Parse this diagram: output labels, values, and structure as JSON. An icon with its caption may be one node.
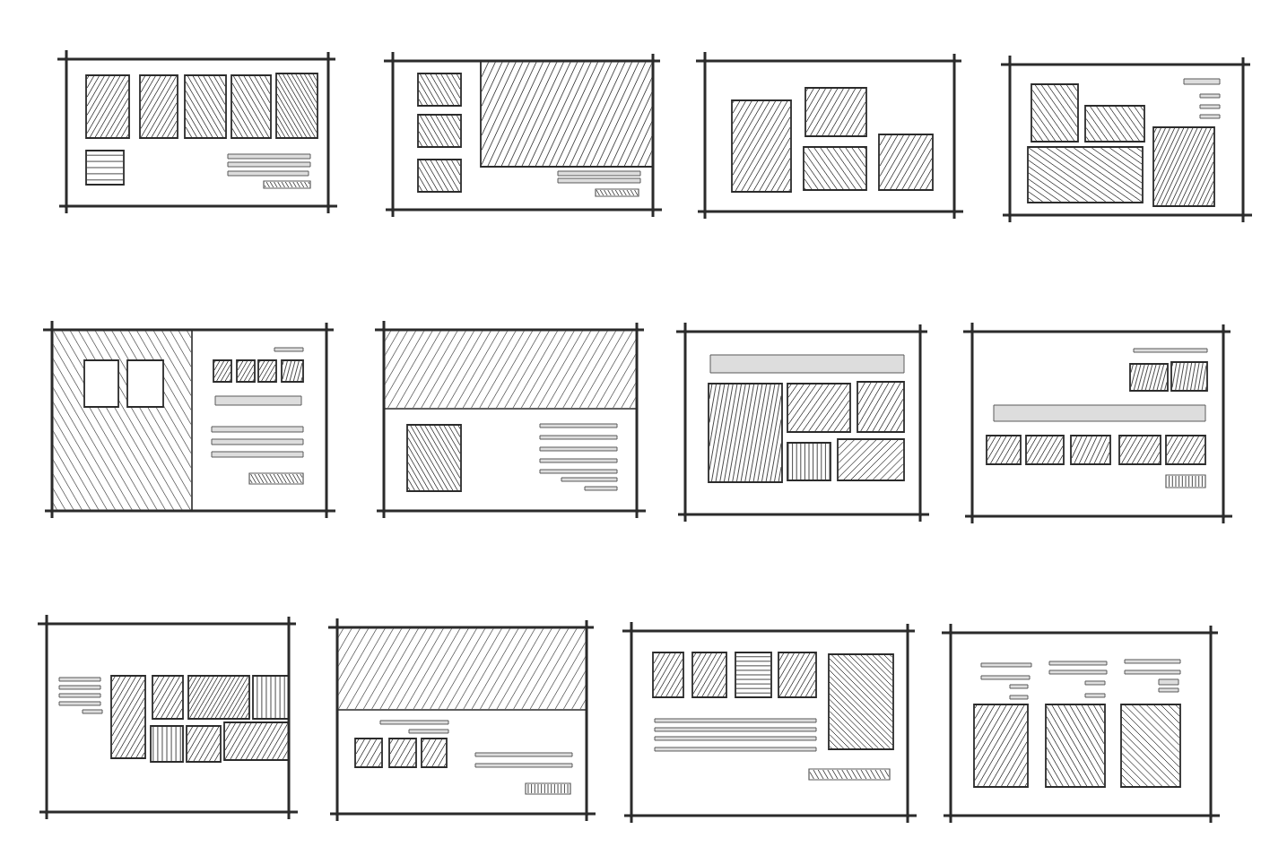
{
  "diagram": {
    "nodes": [
      {
        "text": [],
        "shape": "box"
      },
      {
        "text": [],
        "shape": "box",
        "in": 0
      },
      {
        "text": [],
        "shape": "box",
        "in": 0
      },
      {
        "text": [],
        "shape": "box",
        "in": 0
      },
      {
        "text": [],
        "shape": "box",
        "in": 0
      },
      {
        "text": [],
        "shape": "box",
        "in": 0
      },
      {
        "text": [],
        "shape": "box",
        "in": 0
      },
      {
        "text": [],
        "shape": "bar",
        "in": 0
      },
      {
        "text": [],
        "shape": "bar",
        "in": 0
      },
      {
        "text": [],
        "shape": "bar",
        "in": 0
      },
      {
        "text": [],
        "shape": "bar",
        "in": 0
      },
      {
        "text": [],
        "shape": "box"
      },
      {
        "text": [],
        "shape": "box",
        "in": 11
      },
      {
        "text": [],
        "shape": "box",
        "in": 11
      },
      {
        "text": [],
        "shape": "box",
        "in": 11
      },
      {
        "text": [],
        "shape": "box",
        "in": 11
      },
      {
        "text": [],
        "shape": "bar",
        "in": 11
      },
      {
        "text": [],
        "shape": "bar",
        "in": 11
      },
      {
        "text": [],
        "shape": "bar",
        "in": 11
      },
      {
        "text": [],
        "shape": "box"
      },
      {
        "text": [],
        "shape": "box",
        "in": 19
      },
      {
        "text": [],
        "shape": "box",
        "in": 19
      },
      {
        "text": [],
        "shape": "box",
        "in": 19
      },
      {
        "text": [],
        "shape": "box",
        "in": 19
      },
      {
        "text": [],
        "shape": "box"
      },
      {
        "text": [],
        "shape": "box",
        "in": 24
      },
      {
        "text": [],
        "shape": "box",
        "in": 24
      },
      {
        "text": [],
        "shape": "box",
        "in": 24
      },
      {
        "text": [],
        "shape": "box",
        "in": 24
      },
      {
        "text": [],
        "shape": "bar",
        "in": 24
      },
      {
        "text": [],
        "shape": "bar",
        "in": 24
      },
      {
        "text": [],
        "shape": "bar",
        "in": 24
      },
      {
        "text": [],
        "shape": "bar",
        "in": 24
      },
      {
        "text": [],
        "shape": "box"
      },
      {
        "text": [],
        "shape": "box",
        "in": 33
      },
      {
        "text": [],
        "shape": "box",
        "in": 34
      },
      {
        "text": [],
        "shape": "box",
        "in": 34
      },
      {
        "text": [],
        "shape": "bar",
        "in": 33
      },
      {
        "text": [],
        "shape": "box",
        "in": 33
      },
      {
        "text": [],
        "shape": "box",
        "in": 33
      },
      {
        "text": [],
        "shape": "box",
        "in": 33
      },
      {
        "text": [],
        "shape": "box",
        "in": 33
      },
      {
        "text": [],
        "shape": "bar",
        "in": 33
      },
      {
        "text": [],
        "shape": "bar",
        "in": 33
      },
      {
        "text": [],
        "shape": "bar",
        "in": 33
      },
      {
        "text": [],
        "shape": "bar",
        "in": 33
      },
      {
        "text": [],
        "shape": "bar",
        "in": 33
      },
      {
        "text": [],
        "shape": "box"
      },
      {
        "text": [],
        "shape": "box",
        "in": 47
      },
      {
        "text": [],
        "shape": "box",
        "in": 47
      },
      {
        "text": [],
        "shape": "bar",
        "in": 47
      },
      {
        "text": [],
        "shape": "bar",
        "in": 47
      },
      {
        "text": [],
        "shape": "bar",
        "in": 47
      },
      {
        "text": [],
        "shape": "bar",
        "in": 47
      },
      {
        "text": [],
        "shape": "bar",
        "in": 47
      },
      {
        "text": [],
        "shape": "bar",
        "in": 47
      },
      {
        "text": [],
        "shape": "bar",
        "in": 47
      },
      {
        "text": [],
        "shape": "box"
      },
      {
        "text": [],
        "shape": "bar",
        "in": 57
      },
      {
        "text": [],
        "shape": "box",
        "in": 57
      },
      {
        "text": [],
        "shape": "box",
        "in": 57
      },
      {
        "text": [],
        "shape": "box",
        "in": 57
      },
      {
        "text": [],
        "shape": "box",
        "in": 57
      },
      {
        "text": [],
        "shape": "box",
        "in": 57
      },
      {
        "text": [],
        "shape": "box"
      },
      {
        "text": [],
        "shape": "bar",
        "in": 64
      },
      {
        "text": [],
        "shape": "box",
        "in": 64
      },
      {
        "text": [],
        "shape": "box",
        "in": 64
      },
      {
        "text": [],
        "shape": "bar",
        "in": 64
      },
      {
        "text": [],
        "shape": "box",
        "in": 64
      },
      {
        "text": [],
        "shape": "box",
        "in": 64
      },
      {
        "text": [],
        "shape": "box",
        "in": 64
      },
      {
        "text": [],
        "shape": "box",
        "in": 64
      },
      {
        "text": [],
        "shape": "box",
        "in": 64
      },
      {
        "text": [],
        "shape": "bar",
        "in": 64
      },
      {
        "text": [],
        "shape": "box"
      },
      {
        "text": [],
        "shape": "bar",
        "in": 75
      },
      {
        "text": [],
        "shape": "bar",
        "in": 75
      },
      {
        "text": [],
        "shape": "bar",
        "in": 75
      },
      {
        "text": [],
        "shape": "bar",
        "in": 75
      },
      {
        "text": [],
        "shape": "bar",
        "in": 75
      },
      {
        "text": [],
        "shape": "box",
        "in": 75
      },
      {
        "text": [],
        "shape": "box",
        "in": 75
      },
      {
        "text": [],
        "shape": "box",
        "in": 75
      },
      {
        "text": [],
        "shape": "box",
        "in": 75
      },
      {
        "text": [],
        "shape": "box",
        "in": 75
      },
      {
        "text": [],
        "shape": "box",
        "in": 75
      },
      {
        "text": [],
        "shape": "box",
        "in": 75
      },
      {
        "text": [],
        "shape": "box"
      },
      {
        "text": [],
        "shape": "box",
        "in": 88
      },
      {
        "text": [],
        "shape": "bar",
        "in": 88
      },
      {
        "text": [],
        "shape": "bar",
        "in": 88
      },
      {
        "text": [],
        "shape": "box",
        "in": 88
      },
      {
        "text": [],
        "shape": "box",
        "in": 88
      },
      {
        "text": [],
        "shape": "box",
        "in": 88
      },
      {
        "text": [],
        "shape": "bar",
        "in": 88
      },
      {
        "text": [],
        "shape": "bar",
        "in": 88
      },
      {
        "text": [],
        "shape": "bar",
        "in": 88
      },
      {
        "text": [],
        "shape": "box"
      },
      {
        "text": [],
        "shape": "box",
        "in": 98
      },
      {
        "text": [],
        "shape": "box",
        "in": 98
      },
      {
        "text": [],
        "shape": "box",
        "in": 98
      },
      {
        "text": [],
        "shape": "box",
        "in": 98
      },
      {
        "text": [],
        "shape": "box",
        "in": 98
      },
      {
        "text": [],
        "shape": "bar",
        "in": 98
      },
      {
        "text": [],
        "shape": "bar",
        "in": 98
      },
      {
        "text": [],
        "shape": "bar",
        "in": 98
      },
      {
        "text": [],
        "shape": "bar",
        "in": 98
      },
      {
        "text": [],
        "shape": "bar",
        "in": 98
      },
      {
        "text": [],
        "shape": "box"
      },
      {
        "text": [],
        "shape": "bar",
        "in": 109
      },
      {
        "text": [],
        "shape": "bar",
        "in": 109
      },
      {
        "text": [],
        "shape": "bar",
        "in": 109
      },
      {
        "text": [],
        "shape": "bar",
        "in": 109
      },
      {
        "text": [],
        "shape": "bar",
        "in": 109
      },
      {
        "text": [],
        "shape": "bar",
        "in": 109
      },
      {
        "text": [],
        "shape": "bar",
        "in": 109
      },
      {
        "text": [],
        "shape": "bar",
        "in": 109
      },
      {
        "text": [],
        "shape": "bar",
        "in": 109
      },
      {
        "text": [],
        "shape": "bar",
        "in": 109
      },
      {
        "text": [],
        "shape": "bar",
        "in": 109
      },
      {
        "text": [],
        "shape": "bar",
        "in": 109
      },
      {
        "text": [],
        "shape": "box",
        "in": 109
      },
      {
        "text": [],
        "shape": "box",
        "in": 109
      },
      {
        "text": [],
        "shape": "box",
        "in": 109
      }
    ]
  }
}
